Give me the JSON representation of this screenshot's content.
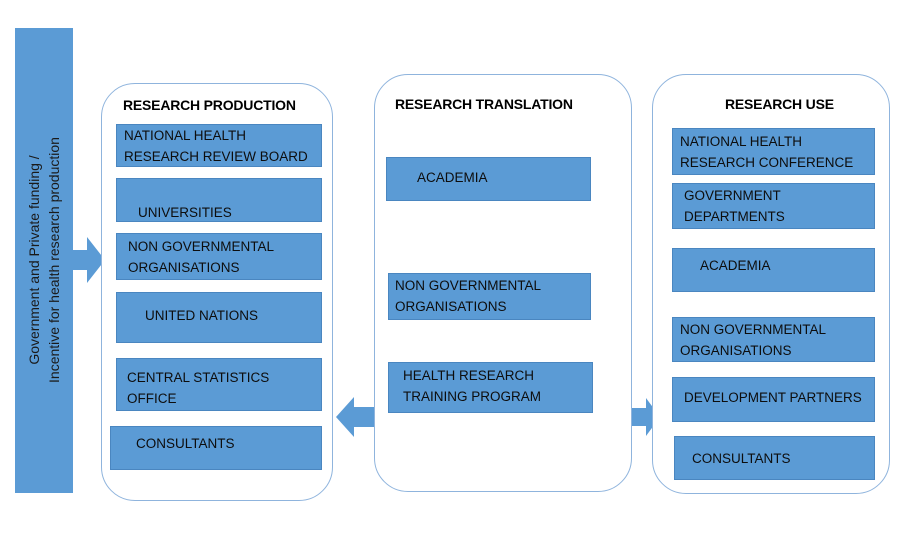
{
  "colors": {
    "box_fill": "#5b9bd5",
    "panel_border": "#8fb4dd"
  },
  "sidebar": {
    "line1": "Government and Private funding /",
    "line2": "Incentive for health research production"
  },
  "production": {
    "title": "RESEARCH PRODUCTION",
    "items": [
      "NATIONAL HEALTH\nRESEARCH REVIEW BOARD",
      "UNIVERSITIES",
      "NON GOVERNMENTAL\nORGANISATIONS",
      "UNITED NATIONS",
      "CENTRAL STATISTICS\nOFFICE",
      "CONSULTANTS"
    ]
  },
  "translation": {
    "title": "RESEARCH TRANSLATION",
    "items": [
      "ACADEMIA",
      "NON GOVERNMENTAL\nORGANISATIONS",
      "HEALTH RESEARCH\nTRAINING PROGRAM"
    ]
  },
  "use": {
    "title": "RESEARCH USE",
    "items": [
      "NATIONAL HEALTH\nRESEARCH CONFERENCE",
      "GOVERNMENT\nDEPARTMENTS",
      "ACADEMIA",
      "NON GOVERNMENTAL\nORGANISATIONS",
      "DEVELOPMENT PARTNERS",
      "CONSULTANTS"
    ]
  }
}
